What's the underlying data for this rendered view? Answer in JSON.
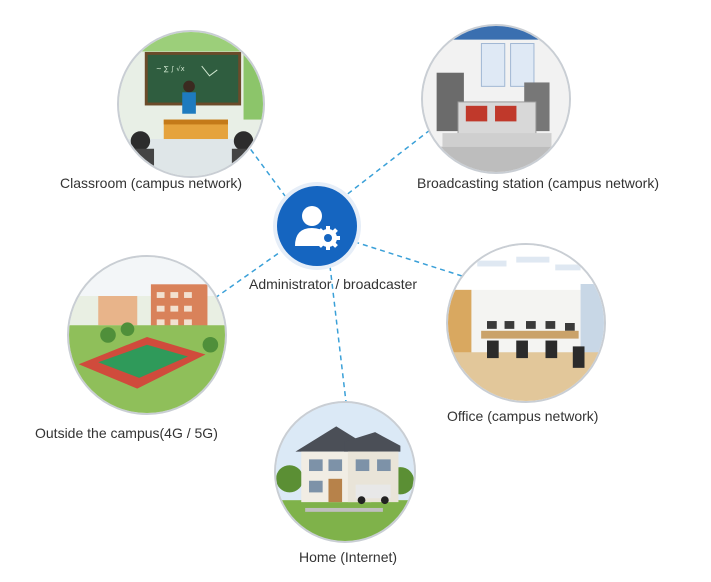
{
  "center": {
    "label": "Administrator / broadcaster",
    "icon": "admin-gear-icon",
    "color": "#1565c0"
  },
  "nodes": [
    {
      "id": "classroom",
      "label": "Classroom (campus network)"
    },
    {
      "id": "broadcasting",
      "label": "Broadcasting station (campus network)"
    },
    {
      "id": "outside",
      "label": "Outside the campus(4G / 5G)"
    },
    {
      "id": "office",
      "label": "Office (campus network)"
    },
    {
      "id": "home",
      "label": "Home (Internet)"
    }
  ],
  "link_color": "#3aa0d8"
}
